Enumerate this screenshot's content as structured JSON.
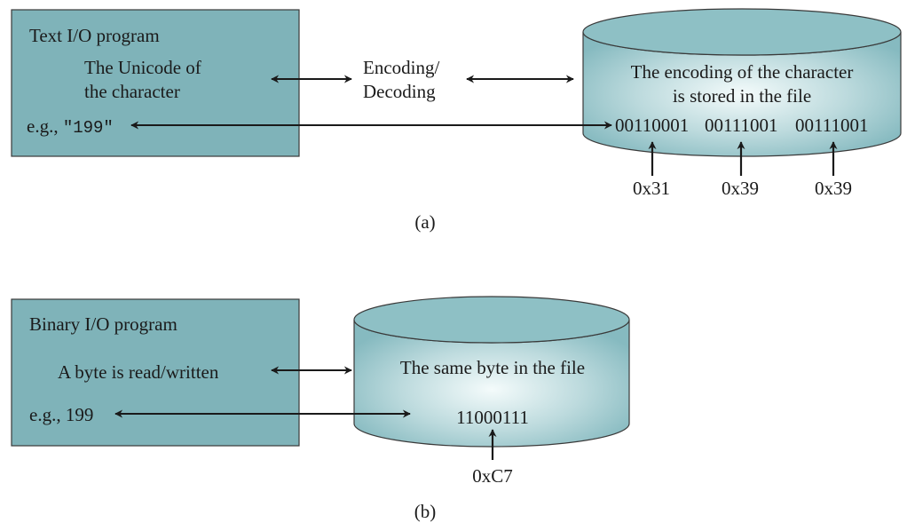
{
  "part_a": {
    "program_box": {
      "title": "Text I/O program",
      "unicode_line1": "The Unicode of",
      "unicode_line2": "the character",
      "example_prefix": "e.g., ",
      "example_value": "\"199\""
    },
    "middle_label_line1": "Encoding/",
    "middle_label_line2": "Decoding",
    "file": {
      "line1": "The encoding of the character",
      "line2": "is stored in the file",
      "bytes": [
        "00110001",
        "00111001",
        "00111001"
      ],
      "hex": [
        "0x31",
        "0x39",
        "0x39"
      ]
    },
    "caption": "(a)"
  },
  "part_b": {
    "program_box": {
      "title": "Binary I/O program",
      "byte_text": "A byte is read/written",
      "example": "e.g., 199"
    },
    "file": {
      "line1": "The same byte in the file",
      "byte": "11000111",
      "hex": "0xC7"
    },
    "caption": "(b)"
  },
  "colors": {
    "box_fill": "#7fb3b9",
    "cylinder_edge": "#86bac0",
    "cylinder_center": "#f4fbfb",
    "outline": "#3a3a3a",
    "arrow": "#1a1a1a"
  }
}
